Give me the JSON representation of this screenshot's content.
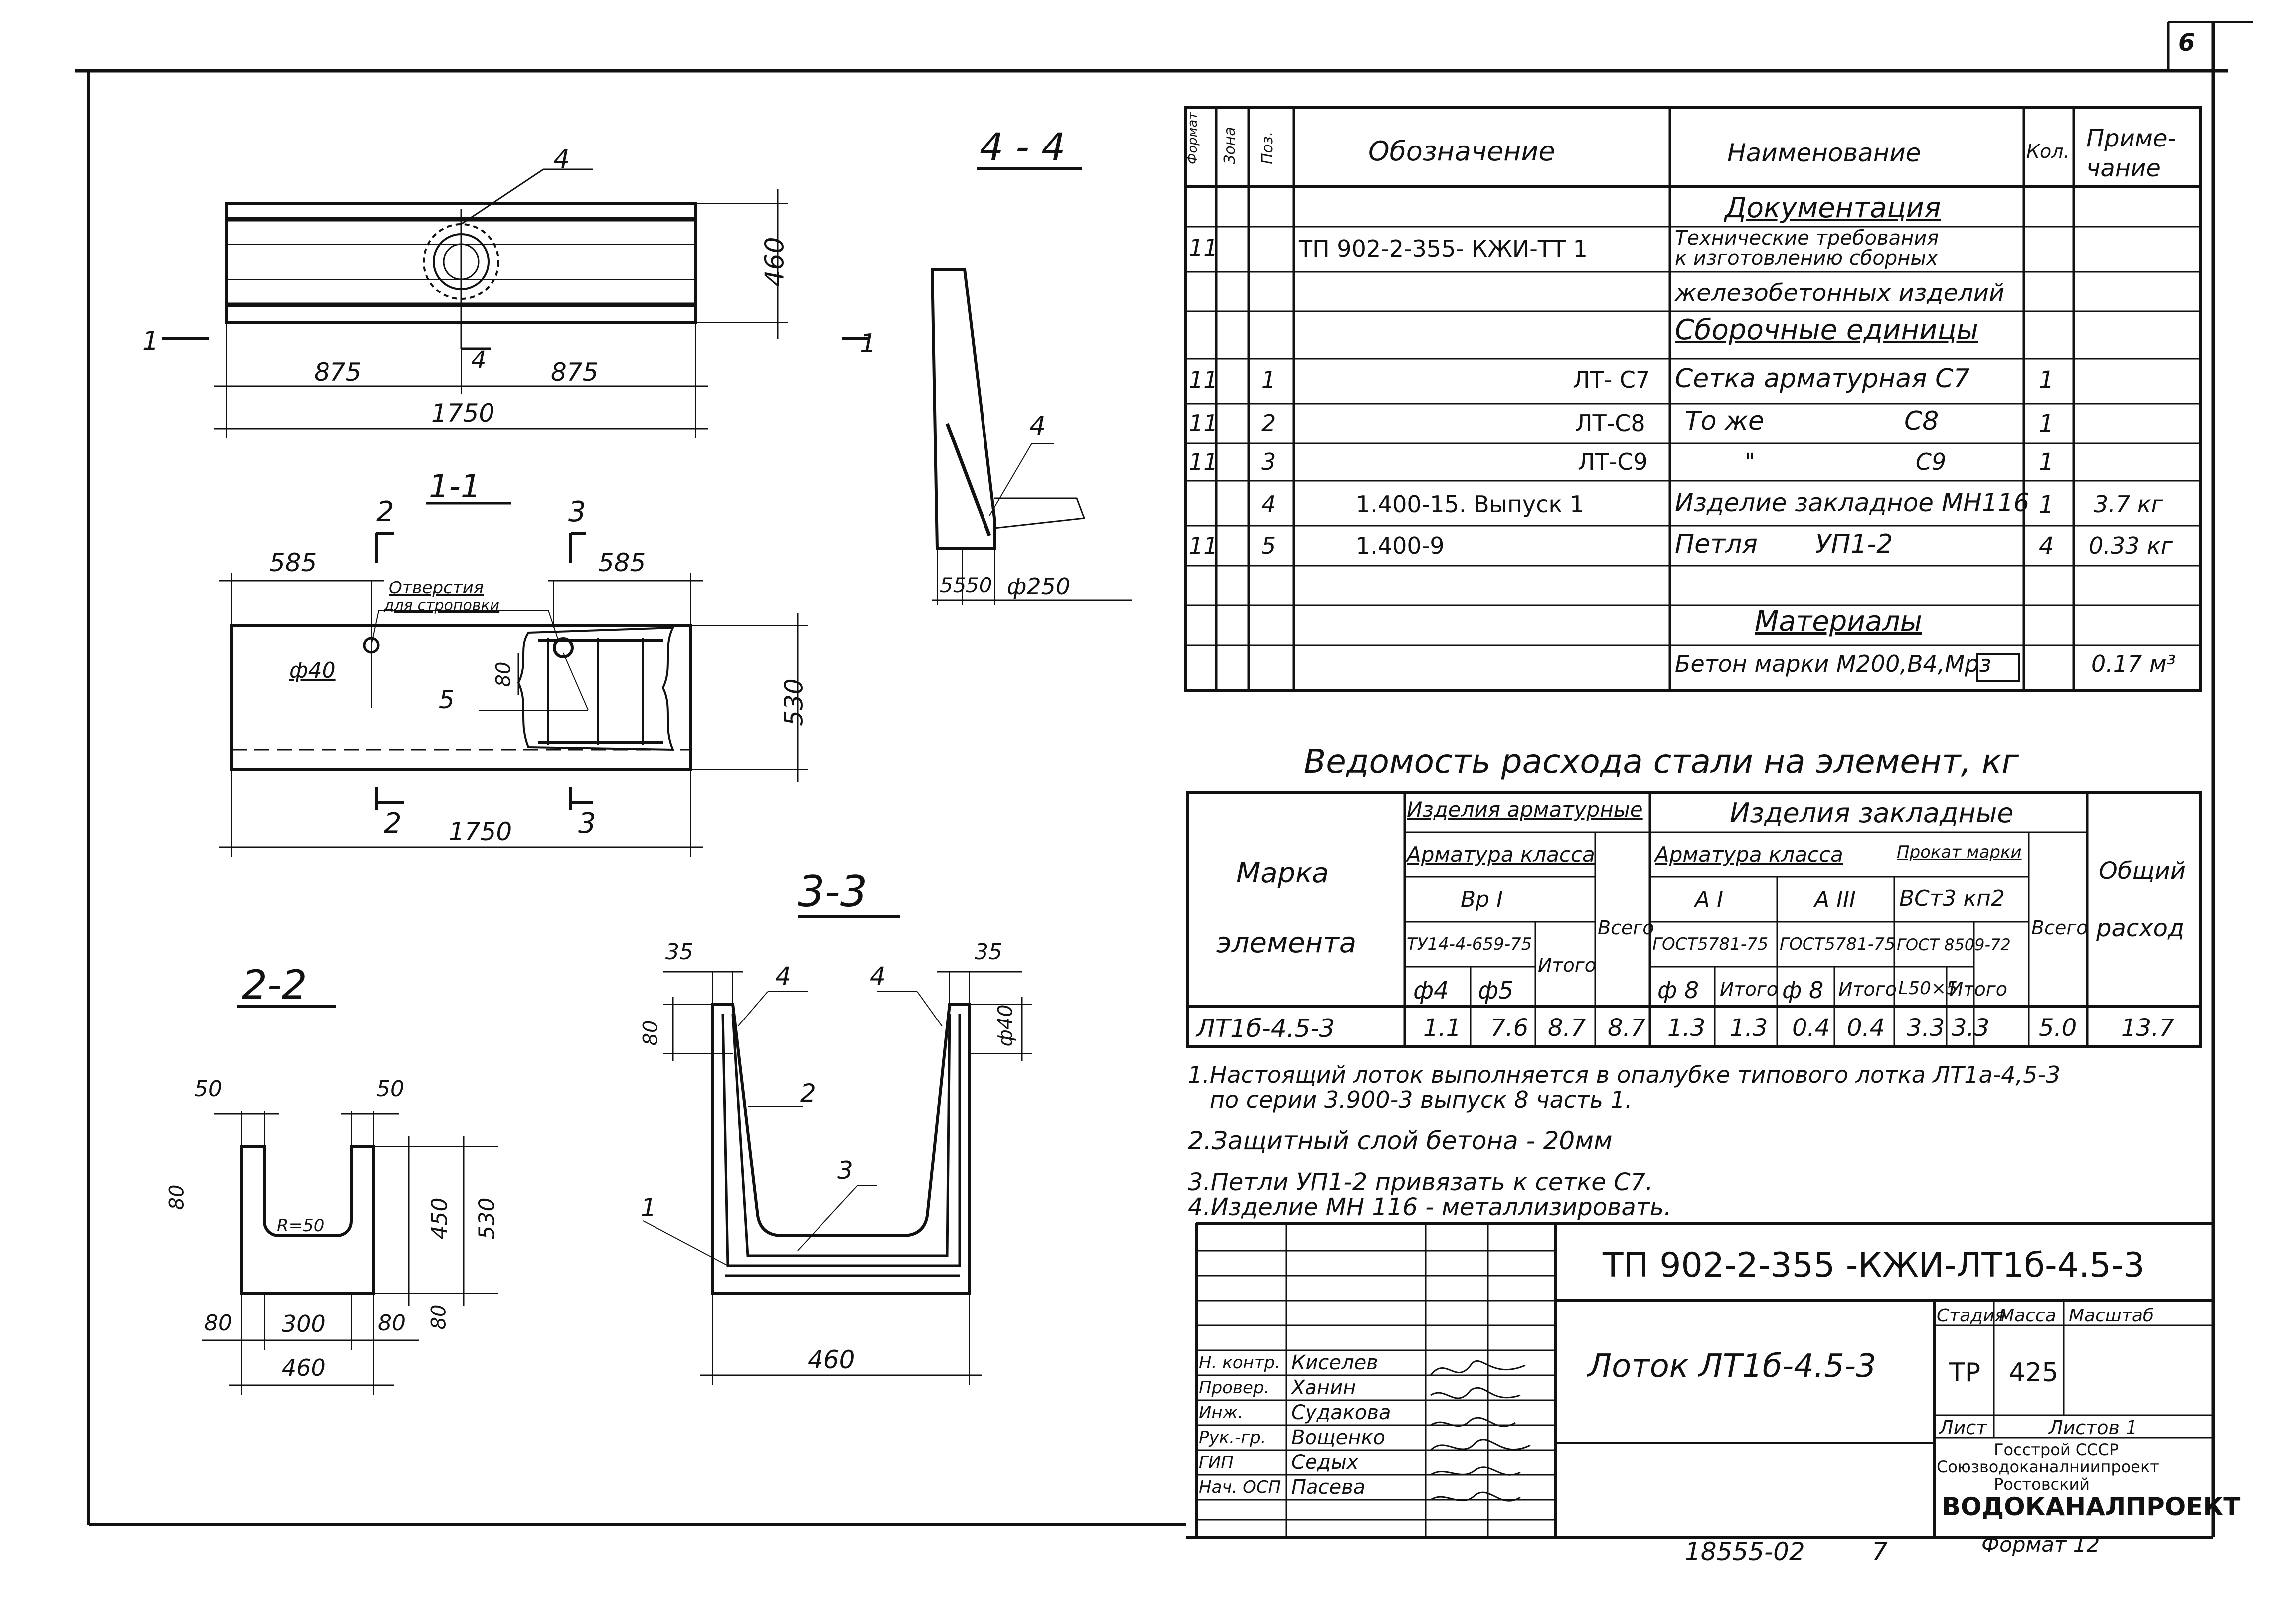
{
  "sheet_number": "6",
  "spec": {
    "headers": [
      "Формат",
      "Зона",
      "Поз.",
      "Обозначение",
      "Наименование",
      "Кол.",
      "Приме-",
      "чание"
    ],
    "rows": [
      {
        "fmt": "",
        "zone": "",
        "pos": "",
        "des": "",
        "name": "Документация",
        "qty": "",
        "note": "",
        "section": true
      },
      {
        "fmt": "11",
        "zone": "",
        "pos": "",
        "des": "ТП 902-2-355- КЖИ-ТТ 1",
        "name": "Технические требования",
        "qty": "",
        "note": ""
      },
      {
        "fmt": "",
        "zone": "",
        "pos": "",
        "des": "",
        "name": "к изготовлению сборных",
        "qty": "",
        "note": ""
      },
      {
        "fmt": "",
        "zone": "",
        "pos": "",
        "des": "",
        "name": "железобетонных изделий",
        "qty": "",
        "note": ""
      },
      {
        "fmt": "",
        "zone": "",
        "pos": "",
        "des": "",
        "name": "Сборочные единицы",
        "qty": "",
        "note": "",
        "section": true
      },
      {
        "fmt": "11",
        "zone": "",
        "pos": "1",
        "des": "ЛТ- С7",
        "name": "Сетка арматурная С7",
        "qty": "1",
        "note": ""
      },
      {
        "fmt": "11",
        "zone": "",
        "pos": "2",
        "des": "ЛТ-С8",
        "name": "То же                 С8",
        "qty": "1",
        "note": ""
      },
      {
        "fmt": "11",
        "zone": "",
        "pos": "3",
        "des": "ЛТ-С9",
        "name": "\"                      С9",
        "qty": "1",
        "note": ""
      },
      {
        "fmt": "",
        "zone": "",
        "pos": "4",
        "des": "1.400-15. Выпуск 1",
        "name": "Изделие закладное МН116",
        "qty": "1",
        "note": "3.7 кг"
      },
      {
        "fmt": "11",
        "zone": "",
        "pos": "5",
        "des": "1.400-9",
        "name": "Петля       УП1-2",
        "qty": "4",
        "note": "0.33 кг"
      },
      {
        "fmt": "",
        "zone": "",
        "pos": "",
        "des": "",
        "name": "",
        "qty": "",
        "note": ""
      },
      {
        "fmt": "",
        "zone": "",
        "pos": "",
        "des": "",
        "name": "Материалы",
        "qty": "",
        "note": "",
        "section": true
      },
      {
        "fmt": "",
        "zone": "",
        "pos": "",
        "des": "",
        "name": "Бетон марки М200,В4,Мрз",
        "qty": "",
        "note": "0.17 м³"
      }
    ]
  },
  "steel": {
    "title": "Ведомость расхода стали на элемент, кг",
    "mark_header": "Марка",
    "mark_header2": "элемента",
    "group1": "Изделия арматурные",
    "group2": "Изделия закладные",
    "arm_class": "Арматура класса",
    "bp": "Вр I",
    "tu": "ТУ14-4-659-75",
    "phi4": "ф4",
    "phi5": "ф5",
    "itogo": "Итого",
    "vsego": "Всего",
    "a1": "А I",
    "a3": "А III",
    "gost1": "ГОСТ5781-75",
    "gost2": "ГОСТ5781-75",
    "phi8a": "ф 8",
    "phi8b": "ф 8",
    "prokat": "Прокат марки",
    "vst": "ВСт3 кп2",
    "gost3": "ГОСТ 8509-72",
    "angle": "L50×5",
    "total_header": "Общий",
    "total_header2": "расход",
    "row": [
      "ЛТ1б-4.5-3",
      "1.1",
      "7.6",
      "8.7",
      "8.7",
      "1.3",
      "1.3",
      "0.4",
      "0.4",
      "3.3",
      "3.3",
      "5.0",
      "13.7"
    ]
  },
  "notes": [
    "1.Настоящий лоток выполняется в опалубке типового лотка ЛТ1а-4,5-3",
    "   по серии 3.900-3 выпуск 8 часть 1.",
    "2.Защитный слой бетона - 20мм",
    "3.Петли УП1-2 привязать к сетке С7.",
    "4.Изделие МН 116 - металлизировать."
  ],
  "title_block": {
    "code": "ТП 902-2-355 -КЖИ-ЛТ1б-4.5-3",
    "name": "Лоток ЛТ1б-4.5-3",
    "stage_label": "Стадия",
    "mass_label": "Масса",
    "scale_label": "Масштаб",
    "stage": "ТР",
    "mass": "425",
    "sheet_label": "Лист",
    "sheets_label": "Листов 1",
    "org1": "Госстрой СССР",
    "org2": "Союзводоканалниипроект",
    "org3": "Ростовский",
    "org4": "ВОДОКАНАЛПРОЕКТ",
    "people": [
      {
        "role": "Н. контр.",
        "name": "Киселев"
      },
      {
        "role": "Провер.",
        "name": "Ханин"
      },
      {
        "role": "Инж.",
        "name": "Судакова"
      },
      {
        "role": "Рук.-гр.",
        "name": "Вощенко"
      },
      {
        "role": "ГИП",
        "name": "Седых"
      },
      {
        "role": "Нач. ОСП",
        "name": "Пасева"
      }
    ]
  },
  "footer": {
    "inv": "18555-02",
    "num": "7",
    "format": "Формат 12"
  },
  "drawings": {
    "top": {
      "label4": "4",
      "dim460": "460",
      "d875a": "875",
      "d875b": "875",
      "d1750": "1750",
      "sec1a": "1",
      "sec1b": "1",
      "sec4": "4"
    },
    "s11": {
      "title": "1-1",
      "d585a": "585",
      "d585b": "585",
      "holes1": "Отверстия",
      "holes2": "для строповки",
      "phi40": "ф40",
      "p5": "5",
      "d80": "80",
      "d530": "530",
      "d1750": "1750",
      "s2a": "2",
      "s2b": "2",
      "s3a": "3",
      "s3b": "3"
    },
    "s44": {
      "title": "4 - 4",
      "p4": "4",
      "d55": "55",
      "d50": "50",
      "d250": "ф250"
    },
    "s22": {
      "title": "2-2",
      "d50a": "50",
      "d50b": "50",
      "d80a": "80",
      "r50": "R=50",
      "d450": "450",
      "d530": "530",
      "d80b": "80",
      "d300": "300",
      "d80c": "80",
      "d80d": "80",
      "d460": "460"
    },
    "s33": {
      "title": "3-3",
      "d35a": "35",
      "d35b": "35",
      "p4a": "4",
      "p4b": "4",
      "d80": "80",
      "phi40": "ф40",
      "p2": "2",
      "p3": "3",
      "p1": "1",
      "d460": "460"
    }
  }
}
